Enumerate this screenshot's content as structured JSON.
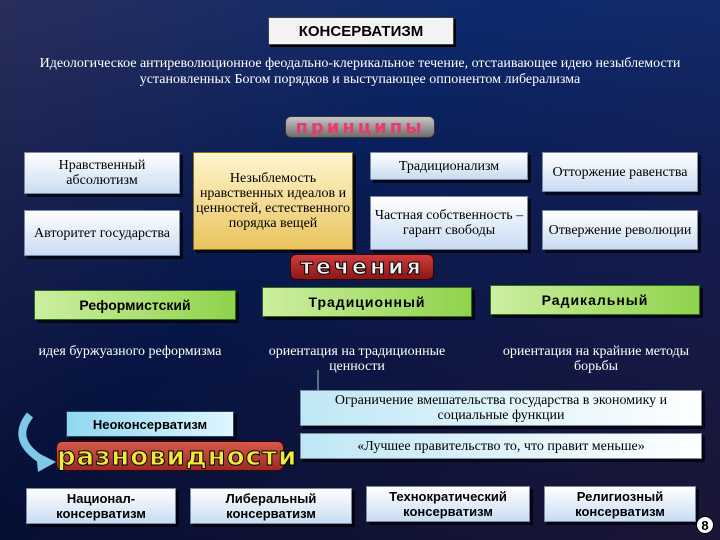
{
  "title": "КОНСЕРВАТИЗМ",
  "definition": "Идеологическое антиреволюционное феодально-клерикальное течение, отстаивающее идею незыблемости установленных Богом порядков и выступающее оппонентом либерализма",
  "principles": {
    "heading": "принципы",
    "items": [
      "Нравственный абсолютизм",
      "Авторитет государства",
      "Незыблемость нравственных идеалов и ценностей, естественного порядка вещей",
      "Традиционализм",
      "Частная собственность – гарант свободы",
      "Отторжение равенства",
      "Отвержение революции"
    ]
  },
  "currents": {
    "heading": "течения",
    "items": [
      {
        "name": "Реформистский",
        "description": "идея буржуазного реформизма"
      },
      {
        "name": "Традиционный",
        "description": "ориентация на традиционные ценности"
      },
      {
        "name": "Радикальный",
        "description": "ориентация на крайние методы борьбы"
      }
    ]
  },
  "neo": {
    "name": "Неоконсерватизм",
    "points": [
      "Ограничение вмешательства государства в экономику и социальные функции",
      "«Лучшее правительство то, что правит меньше»"
    ]
  },
  "varieties": {
    "heading": "разновидности",
    "items": [
      "Национал-консерватизм",
      "Либеральный консерватизм",
      "Технократический консерватизм",
      "Религиозный консерватизм"
    ]
  },
  "page_number": "8"
}
